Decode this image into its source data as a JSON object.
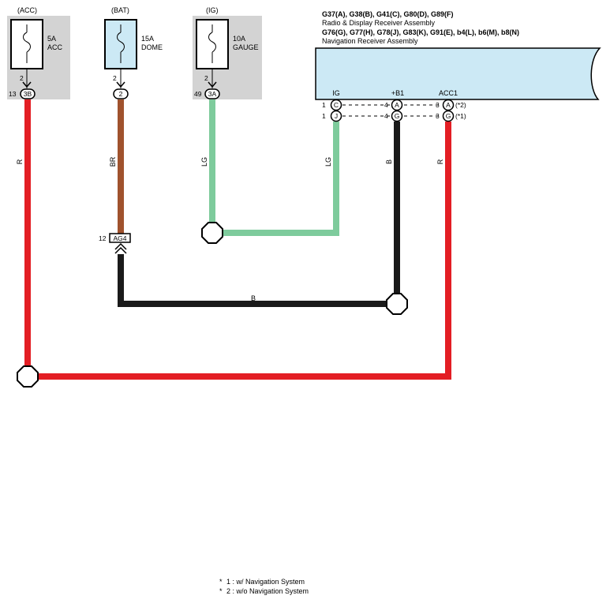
{
  "fuses": [
    {
      "circuit": "(ACC)",
      "rating": "5A",
      "name": "ACC",
      "pin_top": "2",
      "conn_num": "13",
      "conn": "3B"
    },
    {
      "circuit": "(BAT)",
      "rating": "15A",
      "name": "DOME",
      "pin_top": "2",
      "conn_num": "",
      "conn": "2"
    },
    {
      "circuit": "(IG)",
      "rating": "10A",
      "name": "GAUGE",
      "pin_top": "2",
      "conn_num": "49",
      "conn": "3A"
    }
  ],
  "assembly": {
    "line1": "G37(A), G38(B), G41(C), G80(D), G89(F)",
    "line2": "Radio & Display Receiver Assembly",
    "line3": "G76(G), G77(H), G78(J), G83(K), G91(E), b4(L), b6(M), b8(N)",
    "line4": "Navigation Receiver Assembly",
    "terminals": {
      "ig": "IG",
      "b1": "+B1",
      "acc1": "ACC1"
    },
    "row1": {
      "ig_num": "1",
      "ig_conn": "C",
      "b1_num": "4",
      "b1_conn": "A",
      "acc_num": "3",
      "acc_conn": "A",
      "acc_note": "(*2)"
    },
    "row2": {
      "ig_num": "1",
      "ig_conn": "J",
      "b1_num": "4",
      "b1_conn": "G",
      "acc_num": "3",
      "acc_conn": "G",
      "acc_note": "(*1)"
    }
  },
  "wires": {
    "acc": "R",
    "bat": "BR",
    "ig": "LG",
    "ig_asm": "LG",
    "b1": "B",
    "acc_asm": "R",
    "ground_run": "B"
  },
  "joint": {
    "num": "12",
    "name": "AG4"
  },
  "colors": {
    "red": "#e31e24",
    "brown": "#a0522d",
    "light_green": "#7ecb9c",
    "black": "#1a1a1a",
    "fuse_box_gray": "#d3d3d3",
    "fuse_box_blue": "#cce9f5",
    "assembly_fill": "#cce9f5"
  },
  "notes": [
    {
      "mark": "*",
      "text": "1 : w/ Navigation System"
    },
    {
      "mark": "*",
      "text": "2 : w/o Navigation System"
    }
  ]
}
